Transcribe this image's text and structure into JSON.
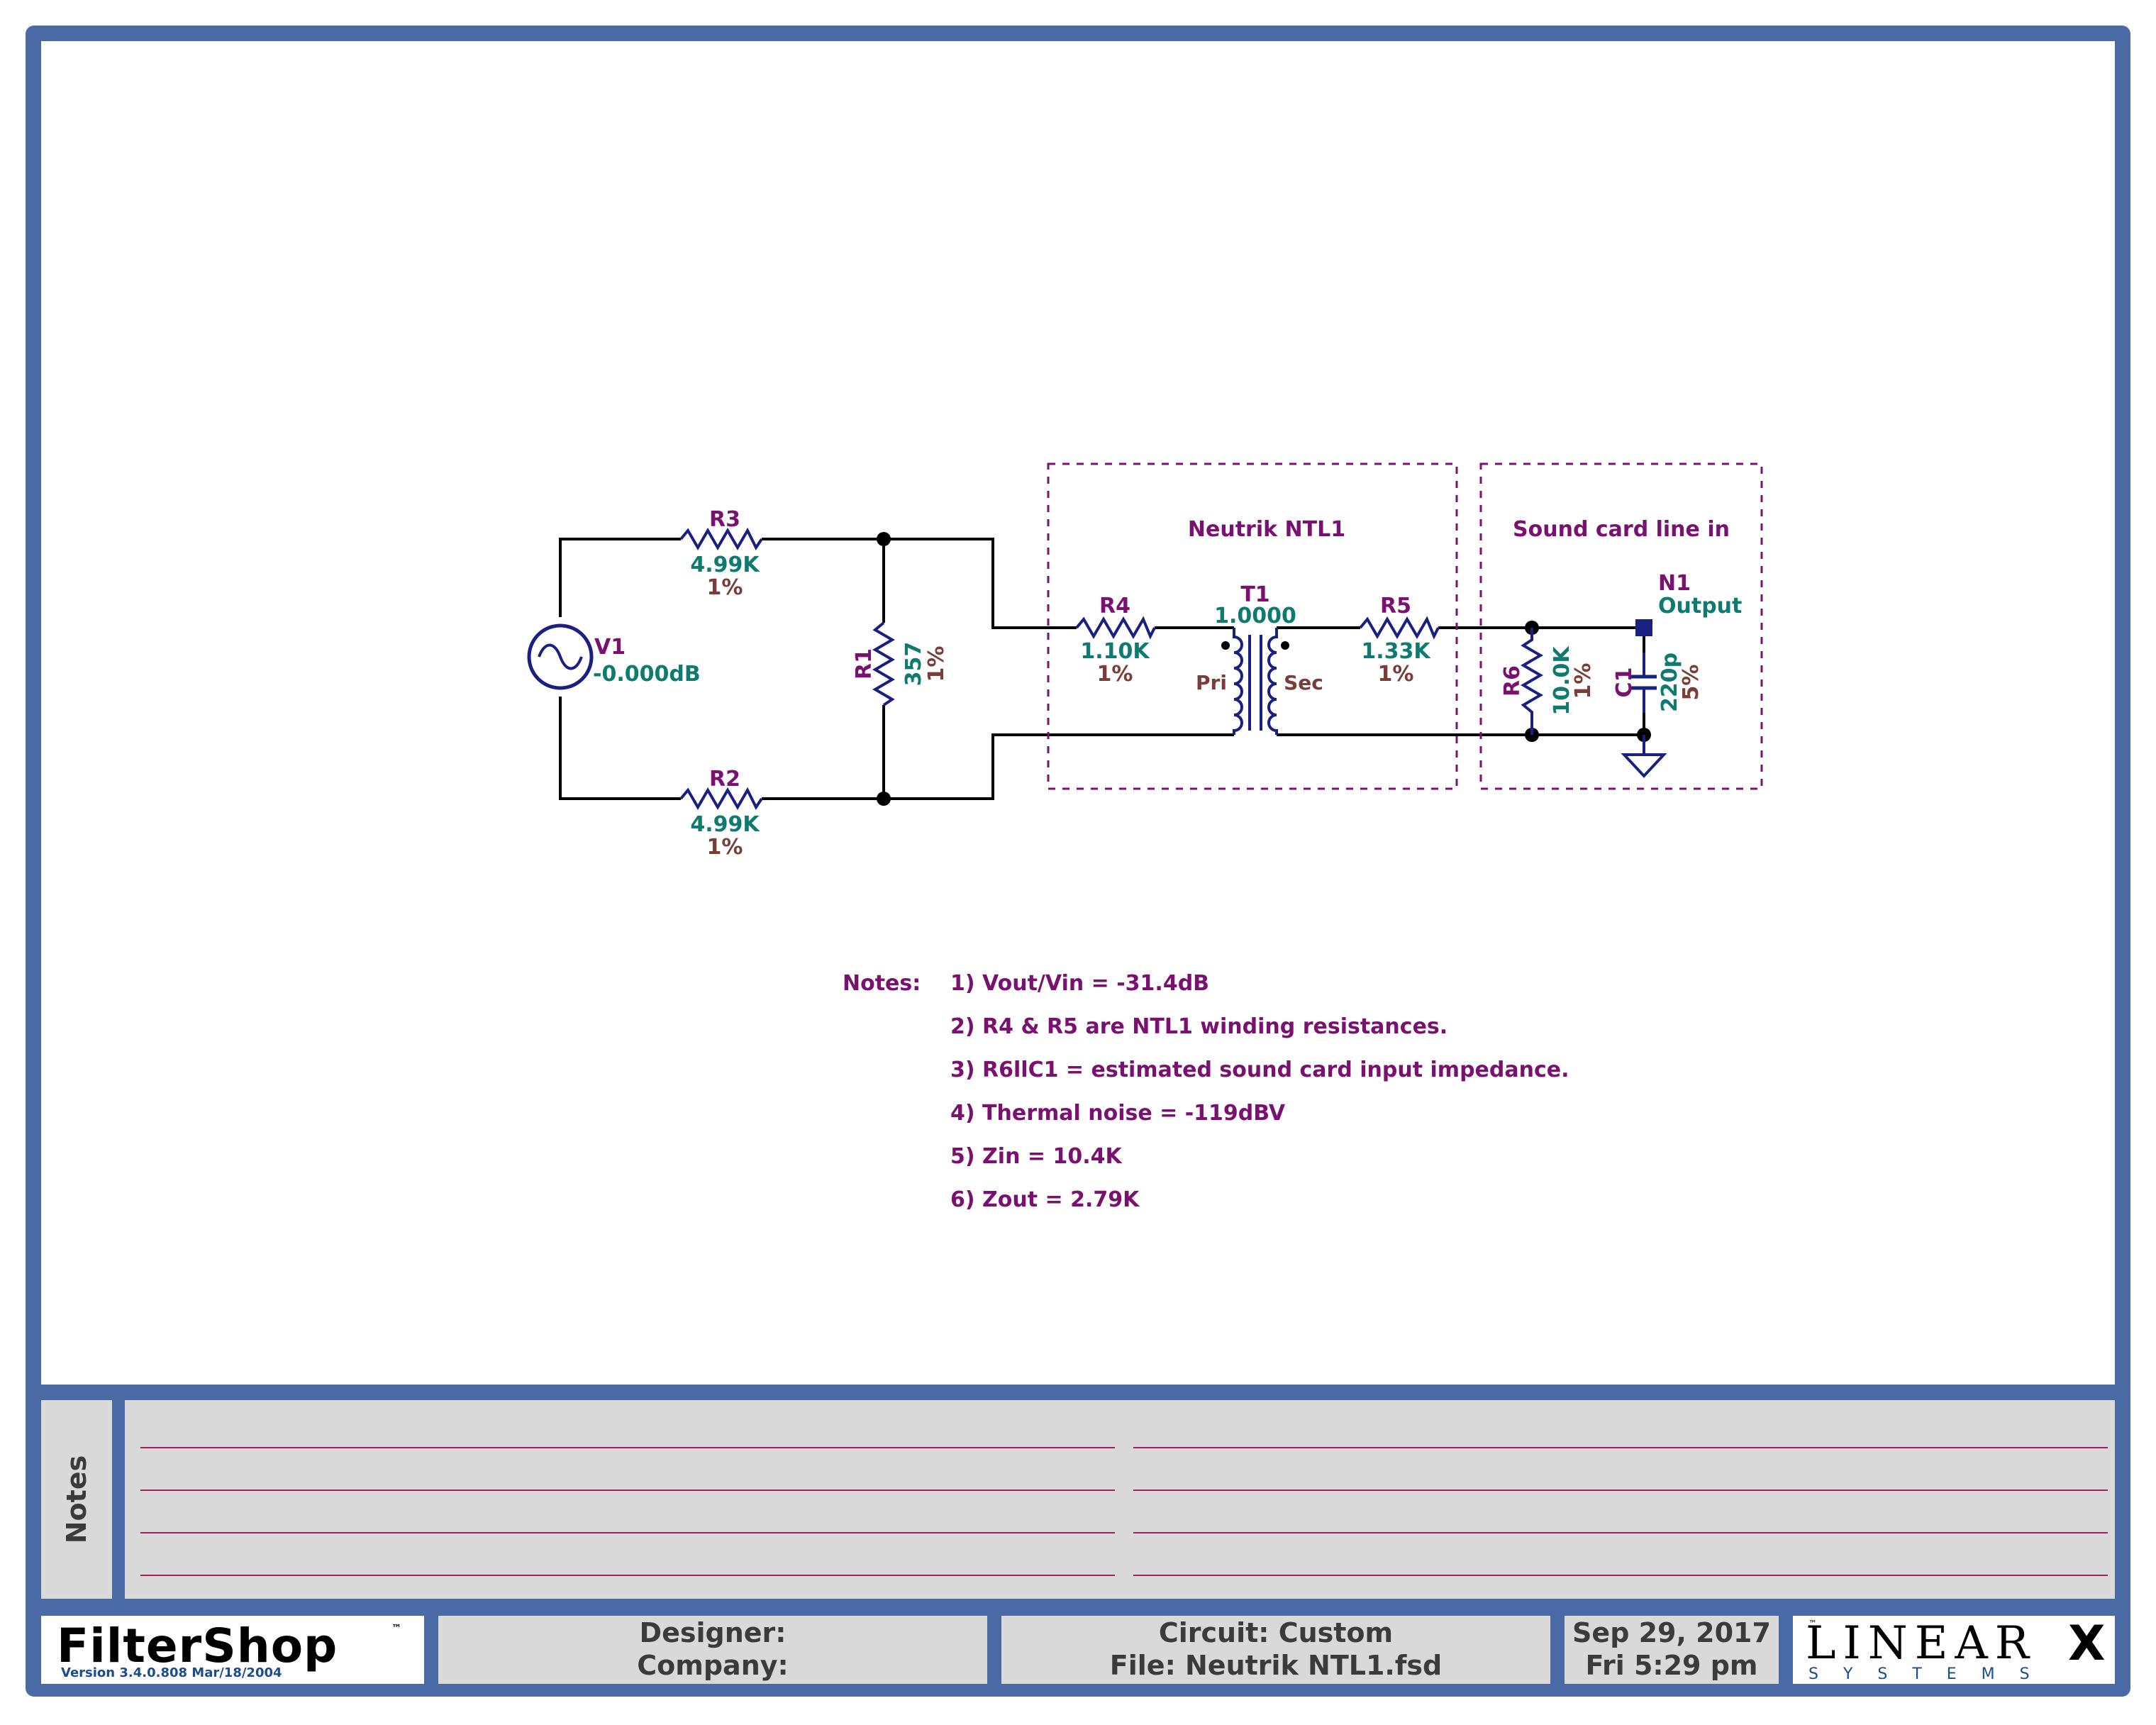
{
  "schematic": {
    "V1": {
      "name": "V1",
      "value": "-0.000dB"
    },
    "R3": {
      "name": "R3",
      "value": "4.99K",
      "tol": "1%"
    },
    "R2": {
      "name": "R2",
      "value": "4.99K",
      "tol": "1%"
    },
    "R1": {
      "name": "R1",
      "value": "357",
      "tol": "1%"
    },
    "R4": {
      "name": "R4",
      "value": "1.10K",
      "tol": "1%"
    },
    "T1": {
      "name": "T1",
      "value": "1.0000",
      "pri": "Pri",
      "sec": "Sec"
    },
    "R5": {
      "name": "R5",
      "value": "1.33K",
      "tol": "1%"
    },
    "R6": {
      "name": "R6",
      "value": "10.0K",
      "tol": "1%"
    },
    "C1": {
      "name": "C1",
      "value": "220p",
      "tol": "5%"
    },
    "N1": {
      "name": "N1",
      "label": "Output"
    },
    "boxes": {
      "ntl1": "Neutrik NTL1",
      "soundcard": "Sound card line in"
    }
  },
  "notes": {
    "heading": "Notes:",
    "items": [
      "1) Vout/Vin = -31.4dB",
      "2) R4 & R5 are NTL1 winding resistances.",
      "3) R6llC1 = estimated sound card input impedance.",
      "4) Thermal noise = -119dBV",
      "5) Zin = 10.4K",
      "6) Zout = 2.79K"
    ]
  },
  "notes_panel": {
    "label": "Notes"
  },
  "title_block": {
    "app_name": "FilterShop",
    "tm": "™",
    "version": "Version  3.4.0.808  Mar/18/2004",
    "designer_label": "Designer:",
    "company_label": "Company:",
    "circuit": "Circuit: Custom",
    "file": "File: Neutrik NTL1.fsd",
    "date": "Sep 29, 2017",
    "time": "Fri  5:29 pm",
    "brand": "LINEAR",
    "brand_x": "X",
    "brand_sub": "S  Y  S  T  E  M  S",
    "brand_tm": "™"
  },
  "colors": {
    "frame": "#4a6aa5",
    "wire": "#000000",
    "component": "#1a2080",
    "designator": "#7a1070",
    "value": "#0f7a70",
    "tolerance": "#7a3d3a",
    "note_line": "#a0205a"
  }
}
